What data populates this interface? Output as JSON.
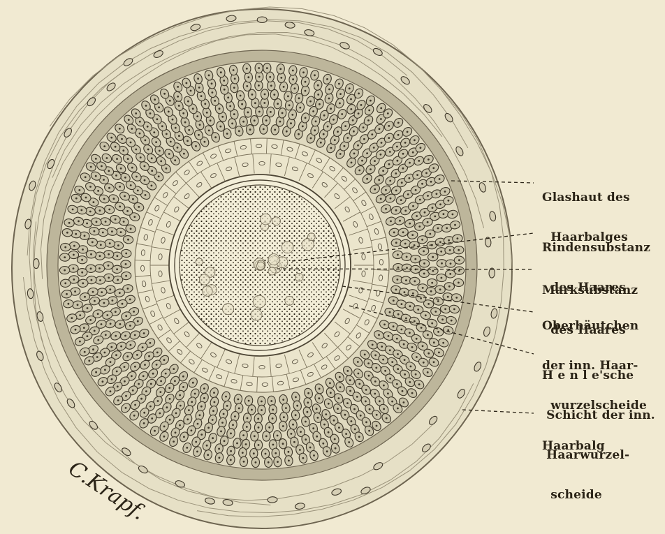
{
  "labels": {
    "glashaut": [
      "Glashaut des",
      "  Haarbalges"
    ],
    "rinden": [
      "Rindensubstanz",
      "  des Haares"
    ],
    "mark": [
      "Marksubstanz",
      "  des Haares"
    ],
    "oberhaeutchen": [
      "Oberhäutchen",
      "der inn. Haar-",
      "  wurzelscheide"
    ],
    "henle": [
      "H e n l e'sche",
      " Schicht der inn.",
      " Haarwurzel-",
      "  scheide"
    ],
    "haarbalg": [
      "Haarbalg"
    ]
  },
  "signature": "C.Krapf.",
  "colors": {
    "paper": "#f1ead2",
    "ink": "#2b2417",
    "tissue": "#e2dcc3",
    "cell_fill": "#cfc9b0"
  }
}
